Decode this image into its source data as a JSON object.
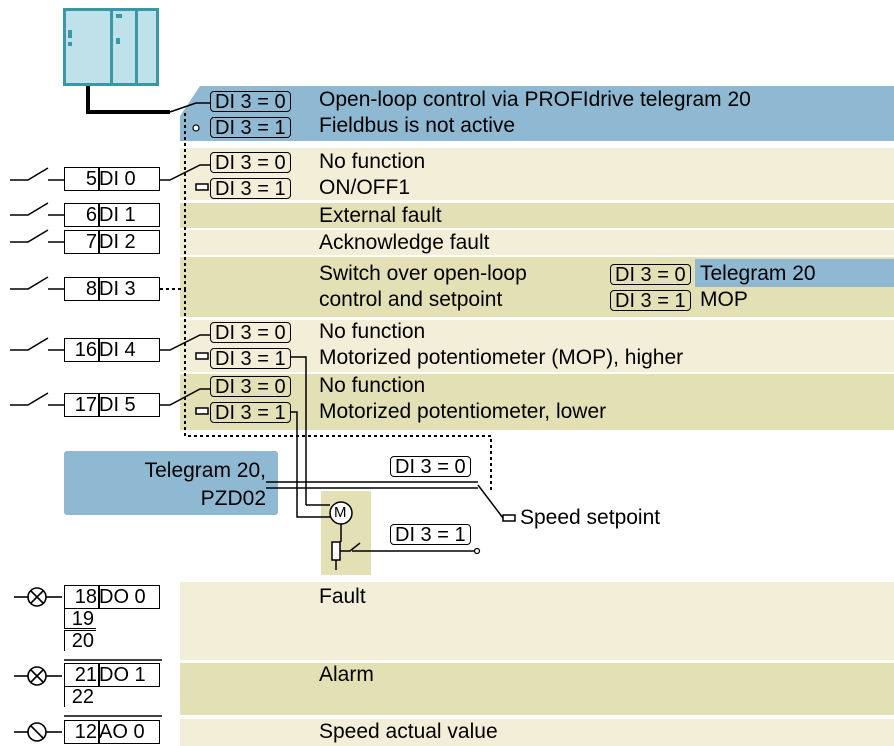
{
  "colors": {
    "blue_band": "#8fb8d3",
    "blue_dark": "#6f9fbf",
    "beige_light": "#f2eed8",
    "olive_band": "#e3e0b6",
    "plc_teal": "#3a97a8",
    "plc_face": "#bfe2ea"
  },
  "header": {
    "row1_state": "DI 3 = 0",
    "row1_text": "Open-loop control via PROFIdrive telegram 20",
    "row2_state": "DI 3 = 1",
    "row2_text": "Fieldbus is not active"
  },
  "inputs": [
    {
      "num": "5",
      "label": "DI 0",
      "state0": "DI 3 = 0",
      "text0": "No function",
      "state1": "DI 3 = 1",
      "text1": "ON/OFF1"
    },
    {
      "num": "6",
      "label": "DI 1",
      "text": "External fault"
    },
    {
      "num": "7",
      "label": "DI 2",
      "text": "Acknowledge fault"
    },
    {
      "num": "8",
      "label": "DI 3",
      "text_line1": "Switch over open-loop",
      "text_line2": "control and setpoint",
      "opt0_state": "DI 3 = 0",
      "opt0_text": "Telegram 20",
      "opt1_state": "DI 3 = 1",
      "opt1_text": "MOP"
    },
    {
      "num": "16",
      "label": "DI 4",
      "state0": "DI 3 = 0",
      "text0": "No function",
      "state1": "DI 3 = 1",
      "text1": "Motorized potentiometer (MOP), higher"
    },
    {
      "num": "17",
      "label": "DI 5",
      "state0": "DI 3 = 0",
      "text0": "No function",
      "state1": "DI 3 = 1",
      "text1": "Motorized potentiometer, lower"
    }
  ],
  "setpoint": {
    "telegram_line1": "Telegram 20,",
    "telegram_line2": "PZD02",
    "state0": "DI 3 = 0",
    "state1": "DI 3 = 1",
    "motor_symbol": "M",
    "output_text": "Speed setpoint"
  },
  "outputs": [
    {
      "nums": [
        "18",
        "19",
        "20"
      ],
      "label": "DO 0",
      "text": "Fault",
      "icon": "lamp-icon"
    },
    {
      "nums": [
        "21",
        "22"
      ],
      "label": "DO 1",
      "text": "Alarm",
      "icon": "lamp-icon"
    },
    {
      "nums": [
        "12"
      ],
      "label": "AO 0",
      "text": "Speed actual value",
      "icon": "meter-icon"
    }
  ]
}
